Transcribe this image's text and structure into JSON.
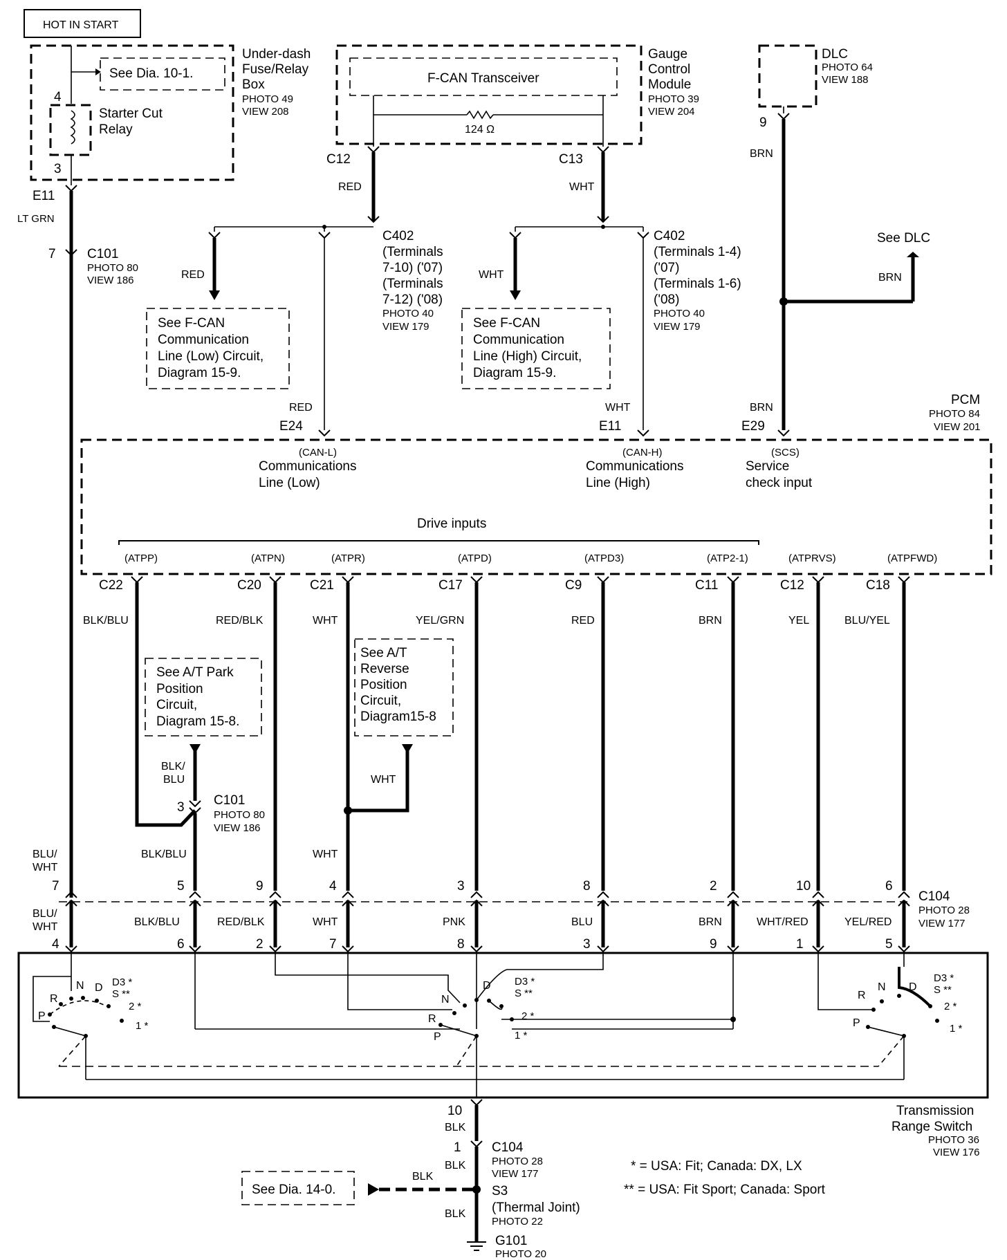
{
  "hot_label": "HOT IN START",
  "fuse_box": {
    "title1": "Under-dash",
    "title2": "Fuse/Relay",
    "title3": "Box",
    "photo": "PHOTO 49",
    "view": "VIEW 208",
    "see": "See Dia. 10-1.",
    "relay1": "Starter Cut",
    "relay2": "Relay",
    "pin_top": "4",
    "pin_bot": "3"
  },
  "gauge": {
    "t1": "Gauge",
    "t2": "Control",
    "t3": "Module",
    "photo": "PHOTO 39",
    "view": "VIEW 204",
    "transceiver": "F-CAN Transceiver",
    "resistor": "124 Ω"
  },
  "dlc": {
    "title": "DLC",
    "photo": "PHOTO 64",
    "view": "VIEW 188",
    "pin": "9"
  },
  "e11_top": "E11",
  "lt_grn": "LT GRN",
  "c101": {
    "pin": "7",
    "name": "C101",
    "photo": "PHOTO 80",
    "view": "VIEW 186"
  },
  "c12": "C12",
  "c13": "C13",
  "red": "RED",
  "wht": "WHT",
  "brn": "BRN",
  "c402a": {
    "name": "C402",
    "l1": "(Terminals",
    "l2": "7-10) ('07)",
    "l3": "(Terminals",
    "l4": "7-12) ('08)",
    "photo": "PHOTO 40",
    "view": "VIEW 179"
  },
  "c402b": {
    "name": "C402",
    "l1": "(Terminals 1-4)",
    "l2": "('07)",
    "l3": "(Terminals 1-6)",
    "l4": "('08)",
    "photo": "PHOTO 40",
    "view": "VIEW 179"
  },
  "see_dlc": "See DLC",
  "fcan_low": {
    "l1": "See F-CAN",
    "l2": "Communication",
    "l3": "Line (Low) Circuit,",
    "l4": "Diagram 15-9."
  },
  "fcan_high": {
    "l1": "See F-CAN",
    "l2": "Communication",
    "l3": "Line (High) Circuit,",
    "l4": "Diagram 15-9."
  },
  "pcm": {
    "title": "PCM",
    "photo": "PHOTO 84",
    "view": "VIEW 201",
    "e24": "E24",
    "e11": "E11",
    "e29": "E29",
    "canl": "(CAN-L)",
    "canl1": "Communications",
    "canl2": "Line (Low)",
    "canh": "(CAN-H)",
    "canh1": "Communications",
    "canh2": "Line (High)",
    "scs": "(SCS)",
    "scs1": "Service",
    "scs2": "check input",
    "drive": "Drive inputs"
  },
  "pcm_pins": [
    {
      "sig": "(ATPP)",
      "conn": "C22",
      "color": "BLK/BLU"
    },
    {
      "sig": "(ATPN)",
      "conn": "C20",
      "color": "RED/BLK"
    },
    {
      "sig": "(ATPR)",
      "conn": "C21",
      "color": "WHT"
    },
    {
      "sig": "(ATPD)",
      "conn": "C17",
      "color": "YEL/GRN"
    },
    {
      "sig": "(ATPD3)",
      "conn": "C9",
      "color": "RED"
    },
    {
      "sig": "(ATP2-1)",
      "conn": "C11",
      "color": "BRN"
    },
    {
      "sig": "(ATPRVS)",
      "conn": "C12",
      "color": "YEL"
    },
    {
      "sig": "(ATPFWD)",
      "conn": "C18",
      "color": "BLU/YEL"
    }
  ],
  "park_ref": {
    "l1": "See A/T Park",
    "l2": "Position",
    "l3": "Circuit,",
    "l4": "Diagram 15-8."
  },
  "rev_ref": {
    "l1": "See A/T",
    "l2": "Reverse",
    "l3": "Position",
    "l4": "Circuit,",
    "l5": "Diagram15-8"
  },
  "blk_blu_split1": "BLK/",
  "blk_blu_split2": "BLU",
  "c101b": {
    "pin": "3",
    "name": "C101",
    "photo": "PHOTO 80",
    "view": "VIEW 186"
  },
  "wht_rev": "WHT",
  "upper_colors": [
    "BLU/",
    "WHT",
    "BLK/BLU",
    "WHT"
  ],
  "c104_upper_pins": [
    "7",
    "5",
    "9",
    "4",
    "3",
    "8",
    "2",
    "10",
    "6"
  ],
  "c104": {
    "name": "C104",
    "photo": "PHOTO 28",
    "view": "VIEW 177"
  },
  "lower_colors": [
    "BLU/",
    "WHT",
    "BLK/BLU",
    "RED/BLK",
    "WHT",
    "PNK",
    "BLU",
    "BRN",
    "WHT/RED",
    "YEL/RED"
  ],
  "trs_pins": [
    "4",
    "6",
    "2",
    "7",
    "8",
    "3",
    "9",
    "1",
    "5"
  ],
  "switch_labels": {
    "R": "R",
    "N": "N",
    "D": "D",
    "P": "P",
    "D3": "D3 *",
    "S": "S **",
    "two": "2 *",
    "one": "1 *"
  },
  "trs": {
    "t1": "Transmission",
    "t2": "Range Switch",
    "photo": "PHOTO 36",
    "view": "VIEW 176"
  },
  "ground": {
    "pin10": "10",
    "blk": "BLK",
    "pin1": "1",
    "c104": "C104",
    "photo28": "PHOTO 28",
    "view177": "VIEW 177",
    "s3": "S3",
    "thermal": "(Thermal Joint)",
    "photo22": "PHOTO 22",
    "g101": "G101",
    "photo20": "PHOTO 20",
    "see14": "See Dia. 14-0."
  },
  "notes": {
    "n1": "* = USA: Fit; Canada: DX, LX",
    "n2": "** = USA: Fit Sport; Canada: Sport"
  }
}
